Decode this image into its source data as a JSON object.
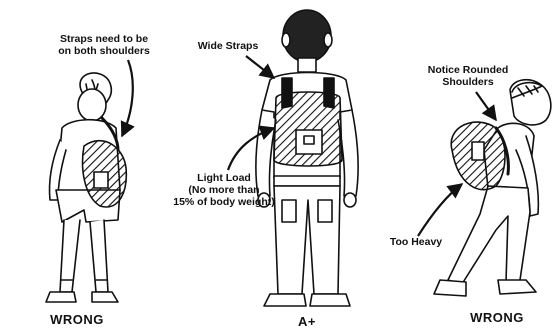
{
  "annotations": {
    "straps_both_shoulders": [
      "Straps need to be",
      "on both shoulders"
    ],
    "wide_straps": "Wide Straps",
    "light_load": [
      "Light Load",
      "(No more than",
      "15% of body weight)"
    ],
    "rounded_shoulders": [
      "Notice Rounded",
      "Shoulders"
    ],
    "too_heavy": "Too Heavy"
  },
  "grades": {
    "left": "WRONG",
    "center": "A+",
    "right": "WRONG"
  }
}
